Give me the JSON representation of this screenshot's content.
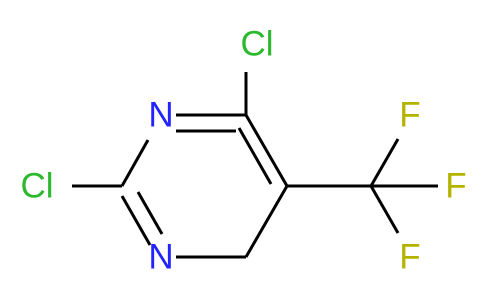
{
  "molecule": {
    "atoms": {
      "cl_top": {
        "symbol": "Cl",
        "color": "#2db92d"
      },
      "n_upper": {
        "symbol": "N",
        "color": "#2323ff"
      },
      "cl_left": {
        "symbol": "Cl",
        "color": "#2db92d"
      },
      "n_lower": {
        "symbol": "N",
        "color": "#2323ff"
      },
      "f_top": {
        "symbol": "F",
        "color": "#b4b400"
      },
      "f_right": {
        "symbol": "F",
        "color": "#b4b400"
      },
      "f_bottom": {
        "symbol": "F",
        "color": "#b4b400"
      }
    },
    "bond_color": "#000000"
  }
}
